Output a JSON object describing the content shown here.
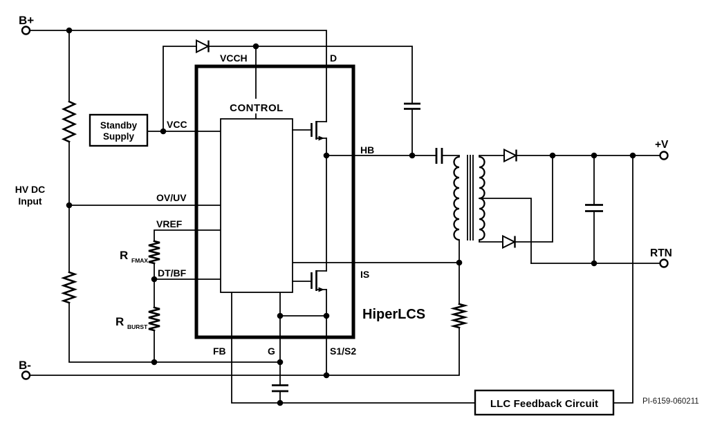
{
  "diagram": {
    "part_number": "PI-6159-060211",
    "colors": {
      "line": "#000000",
      "background": "#ffffff"
    },
    "terminals": {
      "b_plus": "B+",
      "b_minus": "B-",
      "v_out": "+V",
      "rtn": "RTN"
    },
    "input_label": {
      "line1": "HV DC",
      "line2": "Input"
    },
    "ic": {
      "name": "HiperLCS",
      "control_label": "CONTROL",
      "pins": {
        "vcch": "VCCH",
        "d": "D",
        "vcc": "VCC",
        "ov_uv": "OV/UV",
        "vref": "VREF",
        "dt_bf": "DT/BF",
        "fb": "FB",
        "g": "G",
        "s1_s2": "S1/S2",
        "hb": "HB",
        "is": "IS"
      }
    },
    "blocks": {
      "standby_supply": {
        "line1": "Standby",
        "line2": "Supply"
      },
      "llc_feedback": {
        "label": "LLC Feedback Circuit"
      }
    },
    "resistors": {
      "r_fmax": {
        "symbol": "R",
        "subscript": "FMAX"
      },
      "r_burst": {
        "symbol": "R",
        "subscript": "BURST"
      }
    }
  }
}
